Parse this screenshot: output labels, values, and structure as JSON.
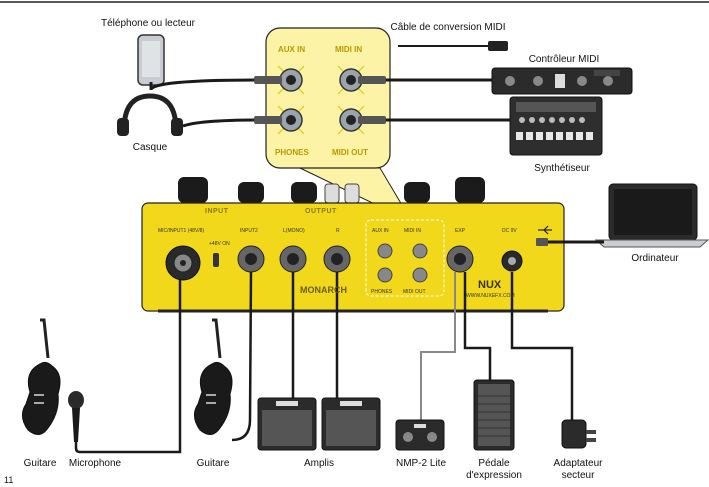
{
  "rule_top": true,
  "page_number": "11",
  "devices": {
    "phone": "Téléphone ou lecteur",
    "midi_cable": "Câble de conversion MIDI",
    "midi_controller": "Contrôleur MIDI",
    "headphones": "Casque",
    "synth": "Synthétiseur",
    "computer": "Ordinateur",
    "guitar1": "Guitare",
    "microphone": "Microphone",
    "guitar2": "Guitare",
    "amps": "Amplis",
    "nmp": "NMP-2 Lite",
    "pedal_line1": "Pédale",
    "pedal_line2": "d'expression",
    "adapter_line1": "Adaptateur",
    "adapter_line2": "secteur"
  },
  "callout": {
    "aux_in": "AUX IN",
    "midi_in": "MIDI IN",
    "phones": "PHONES",
    "midi_out": "MIDI OUT"
  },
  "unit": {
    "input_header": "INPUT",
    "output_header": "OUTPUT",
    "mic_input": "MIC/INPUT1 (48V/8)",
    "phantom": "+48V ON",
    "input2": "INPUT2",
    "left_mono": "L(MONO)",
    "right": "R",
    "aux_small": "AUX IN",
    "midi_in_small": "MIDI IN",
    "phones_small": "PHONES",
    "midi_out_small": "MIDI OUT",
    "exp": "EXP",
    "dc": "DC 9V",
    "brand": "NUX",
    "model": "MONARCH",
    "website": "WWW.NUXEFX.COM"
  },
  "colors": {
    "yellow": "#f2d81b",
    "callout_fill": "#fdf3a6",
    "cable": "#1a1a1a",
    "knob": "#1b1b1b"
  }
}
